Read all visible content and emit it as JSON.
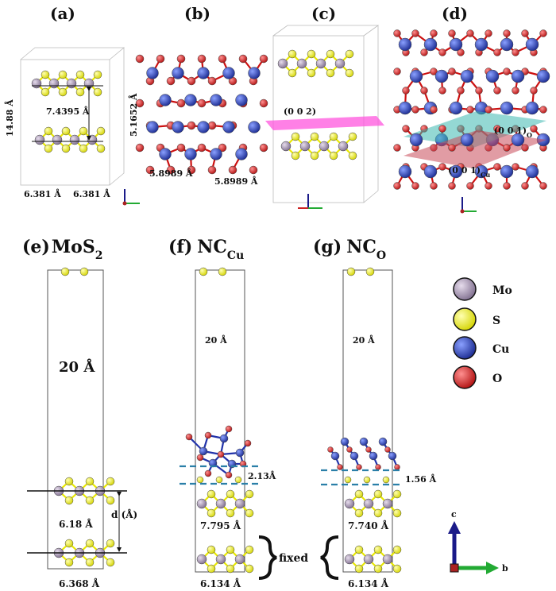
{
  "panels": {
    "a": {
      "label": "(a)",
      "height": "14.88 Å",
      "spacing": "7.4395 Å",
      "dim1": "6.381 Å",
      "dim2": "6.381 Å"
    },
    "b": {
      "label": "(b)",
      "height": "5.1652 Å",
      "dim1": "5.8989 Å",
      "dim2": "5.8989 Å"
    },
    "c": {
      "label": "(c)",
      "plane": "(0 0 2)"
    },
    "d": {
      "label": "(d)",
      "plane_o": "(0 0 1)",
      "plane_o_sub": "O",
      "plane_cu": "(0 0 1)",
      "plane_cu_sub": "Cu"
    },
    "e": {
      "label": "(e)",
      "title": "MoS",
      "title_sub": "2",
      "vacuum": "20 Å",
      "interlayer": "6.18 Å",
      "d_label": "d (Å)",
      "width": "6.368 Å"
    },
    "f": {
      "label": "(f)",
      "title": "NC",
      "title_sub": "Cu",
      "vacuum": "20 Å",
      "gap": "2.13Å",
      "interlayer": "7.795 Å",
      "width": "6.134 Å"
    },
    "g": {
      "label": "(g)",
      "title": "NC",
      "title_sub": "O",
      "vacuum": "20 Å",
      "gap": "1.56 Å",
      "interlayer": "7.740 Å",
      "width": "6.134 Å"
    }
  },
  "fixed_label": "fixed",
  "legend": [
    {
      "label": "Mo",
      "color": "#9a8aa6"
    },
    {
      "label": "S",
      "color": "#f2f200"
    },
    {
      "label": "Cu",
      "color": "#2a3fb8"
    },
    {
      "label": "O",
      "color": "#d81e1e"
    }
  ],
  "axes": {
    "c": "c",
    "b": "b"
  },
  "colors": {
    "Mo": "#9a8aa6",
    "S": "#f2f200",
    "Cu": "#2a3fb8",
    "O": "#d81e1e",
    "plane_pink": "#ff55dd",
    "plane_teal": "#3cb8b0",
    "plane_red": "#c84b5a",
    "dash": "#2a7fa8"
  }
}
